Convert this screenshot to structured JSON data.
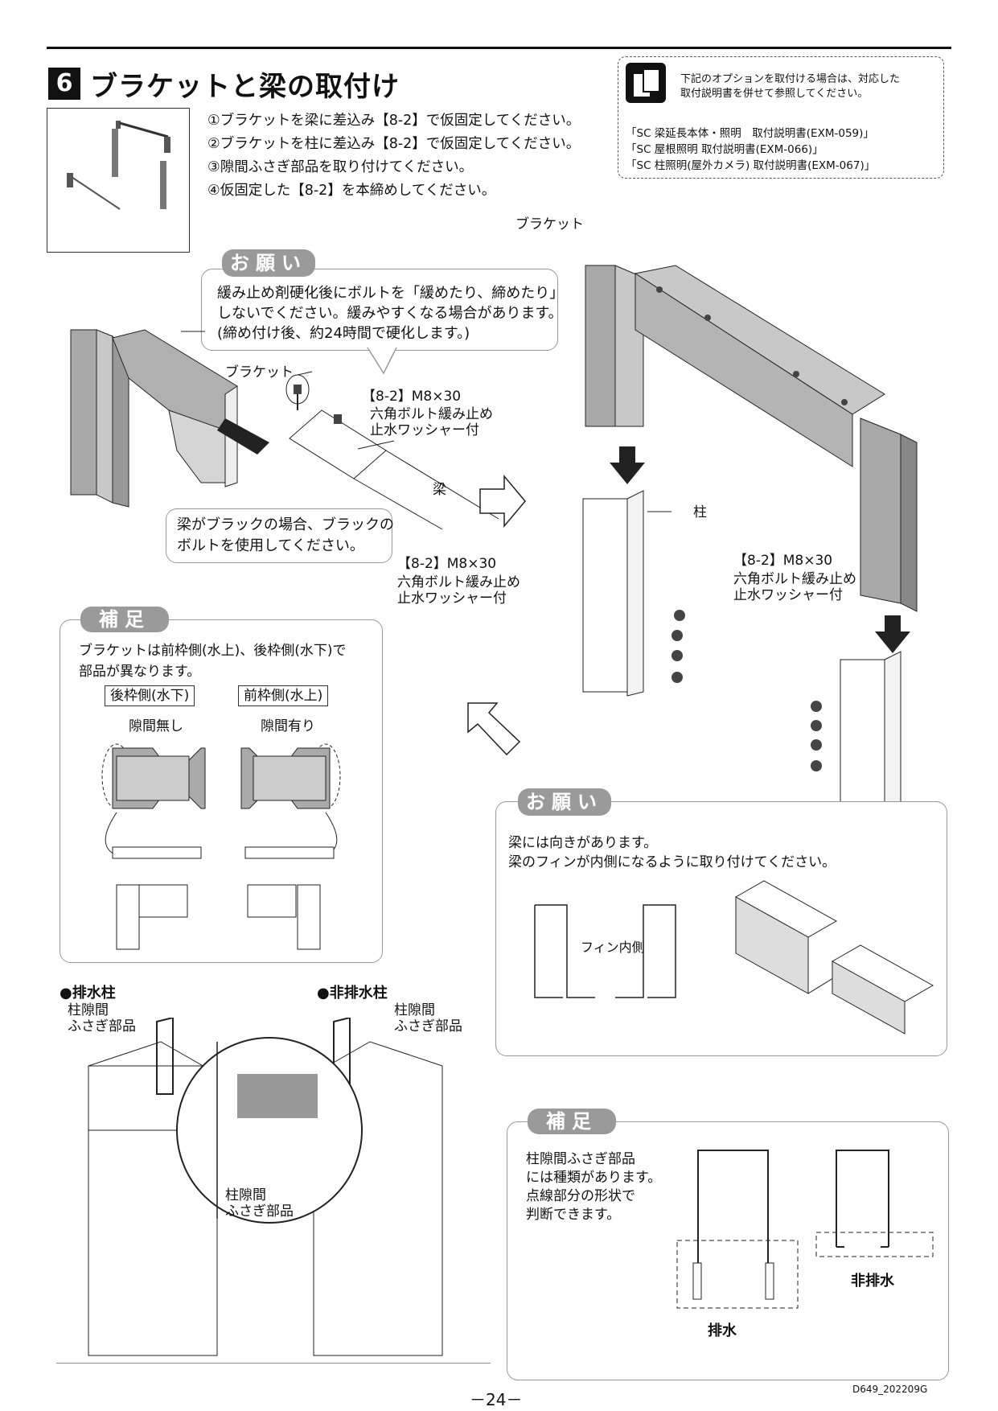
{
  "section": {
    "number": "6",
    "title": "ブラケットと梁の取付け"
  },
  "steps": [
    "①ブラケットを梁に差込み【8-2】で仮固定してください。",
    "②ブラケットを柱に差込み【8-2】で仮固定してください。",
    "③隙間ふさぎ部品を取り付けてください。",
    "④仮固定した【8-2】を本締めしてください。"
  ],
  "info_box": {
    "icon": "manual-reference-icon",
    "header_line1": "下記のオプションを取付ける場合は、対応した",
    "header_line2": "取付説明書を併せて参照してください。",
    "refs": [
      "「SC 梁延長本体・照明　取付説明書(EXM-059)」",
      "「SC 屋根照明 取付説明書(EXM-066)」",
      "「SC 柱照明(屋外カメラ) 取付説明書(EXM-067)」"
    ]
  },
  "onegai1": {
    "tag": "お願い",
    "lines": [
      "緩み止め剤硬化後にボルトを「緩めたり、締めたり」",
      "しないでください。緩みやすくなる場合があります。",
      "(締め付け後、約24時間で硬化します。)"
    ]
  },
  "left_diagram": {
    "bracket_label": "ブラケット",
    "bolt_top_code": "【8-2】M8×30",
    "bolt_top_desc1": "六角ボルト緩み止め",
    "bolt_top_desc2": "止水ワッシャー付",
    "beam_label": "梁",
    "black_note1": "梁がブラックの場合、ブラックの",
    "black_note2": "ボルトを使用してください。",
    "bolt_bottom_code": "【8-2】M8×30",
    "bolt_bottom_desc1": "六角ボルト緩み止め",
    "bolt_bottom_desc2": "止水ワッシャー付"
  },
  "right_diagram": {
    "bracket_label": "ブラケット",
    "post_label": "柱",
    "bolt_code": "【8-2】M8×30",
    "bolt_desc1": "六角ボルト緩み止め",
    "bolt_desc2": "止水ワッシャー付"
  },
  "hosoku1": {
    "tag": "補足",
    "line1": "ブラケットは前枠側(水上)、後枠側(水下)で",
    "line2": "部品が異なります。",
    "rear_label": "後枠側(水下)",
    "rear_sub": "隙間無し",
    "front_label": "前枠側(水上)",
    "front_sub": "隙間有り"
  },
  "onegai2": {
    "tag": "お願い",
    "line1": "梁には向きがあります。",
    "line2": "梁のフィンが内側になるように取り付けてください。",
    "fin_label": "フィン内側"
  },
  "drain": {
    "drain_title": "●排水柱",
    "nondrain_title": "●非排水柱",
    "gap_label_line1": "柱隙間",
    "gap_label_line2": "ふさぎ部品"
  },
  "hosoku2": {
    "tag": "補足",
    "lines": [
      "柱隙間ふさぎ部品",
      "には種類があります。",
      "点線部分の形状で",
      "判断できます。"
    ],
    "drain_label": "排水",
    "nondrain_label": "非排水"
  },
  "footer": {
    "page": "－24－",
    "code": "D649_202209G"
  }
}
